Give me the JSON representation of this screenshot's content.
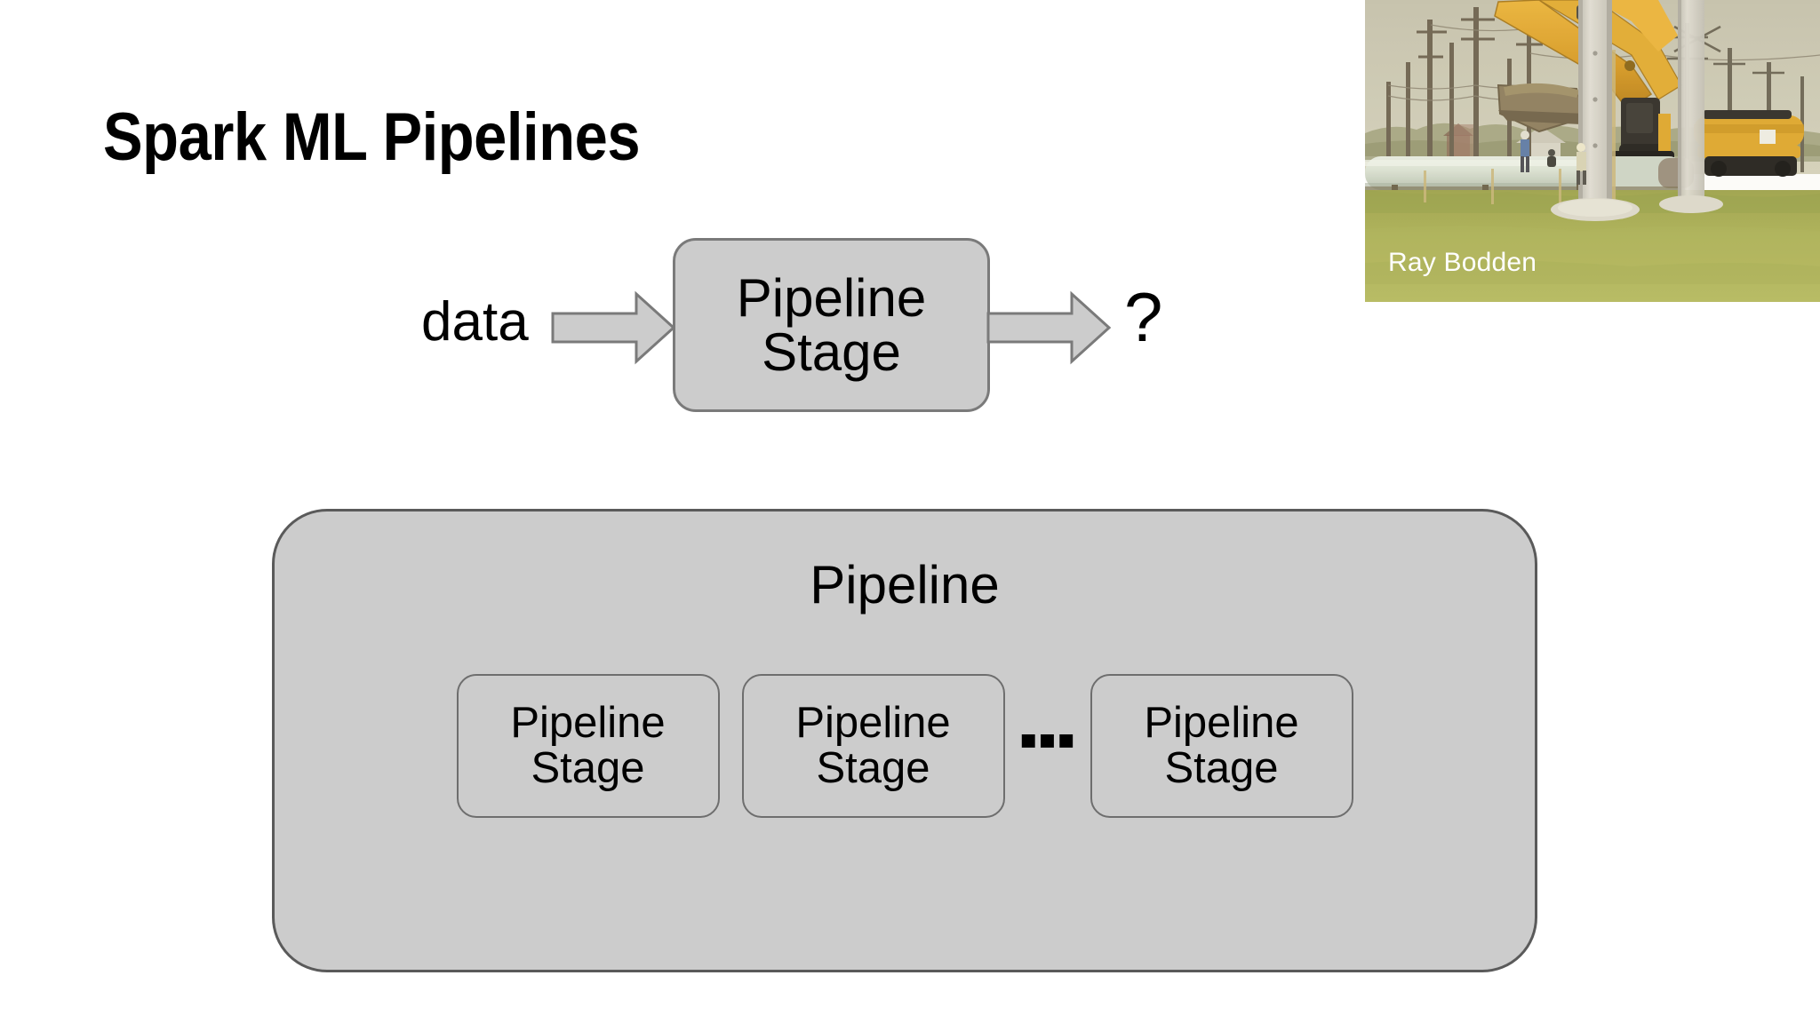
{
  "slide": {
    "title": "Spark ML Pipelines",
    "background_color": "#ffffff"
  },
  "top_diagram": {
    "input_label": "data",
    "output_label": "?",
    "stage": {
      "line1": "Pipeline",
      "line2": "Stage"
    },
    "arrow_in_name": "block-arrow-right",
    "arrow_out_name": "block-arrow-right",
    "box_fill": "#cccccc",
    "box_border": "#7a7a7a"
  },
  "pipeline_container": {
    "heading": "Pipeline",
    "fill": "#cccccc",
    "border": "#5a5a5a",
    "ellipsis": "▪▪▪",
    "stages": [
      {
        "line1": "Pipeline",
        "line2": "Stage"
      },
      {
        "line1": "Pipeline",
        "line2": "Stage"
      },
      {
        "line1": "Pipeline",
        "line2": "Stage"
      }
    ]
  },
  "photo": {
    "credit": "Ray Bodden",
    "alt": "Excavator lifting a bucket of soil beside a large white pipeline in a grassy field, with utility poles and a concrete column in the background",
    "credit_color": "#ffffff",
    "sky_color": "#c9c6b4",
    "grass_color": "#a8ad52",
    "pipe_color": "#dfe5d8",
    "machine_color": "#e0a82c",
    "column_color": "#d8d5cc"
  }
}
